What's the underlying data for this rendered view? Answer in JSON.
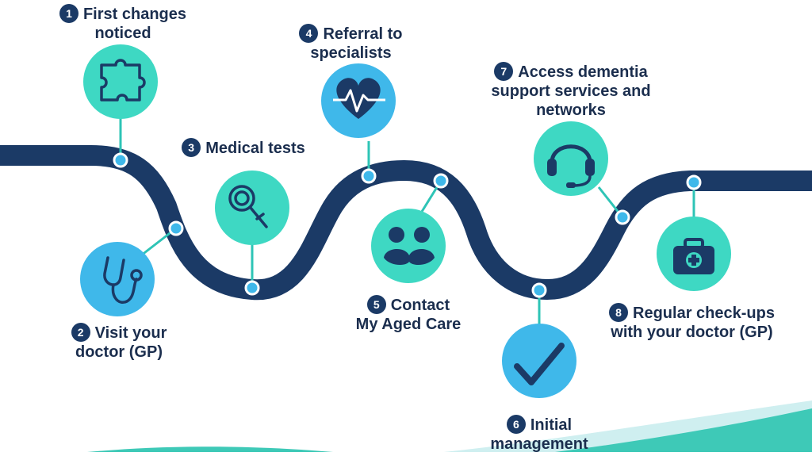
{
  "colors": {
    "road": "#1b3a66",
    "connector": "#2ec4b6",
    "node_fill": "#3ed8c3",
    "node_alt_fill": "#3fb8ea",
    "icon": "#1b3a66",
    "text": "#1b2e4e",
    "wave_teal": "#3ec9b7",
    "wave_light": "#cfeff0"
  },
  "steps": [
    {
      "number": "1",
      "line1": "First changes",
      "line2": "noticed",
      "icon": "puzzle-icon"
    },
    {
      "number": "2",
      "line1": "Visit your",
      "line2": "doctor (GP)",
      "icon": "stethoscope-icon"
    },
    {
      "number": "3",
      "line1": "Medical tests",
      "line2": "",
      "icon": "magnifier-icon"
    },
    {
      "number": "4",
      "line1": "Referral to",
      "line2": "specialists",
      "icon": "heartbeat-icon"
    },
    {
      "number": "5",
      "line1": "Contact",
      "line2": "My Aged Care",
      "icon": "people-icon"
    },
    {
      "number": "6",
      "line1": "Initial",
      "line2": "management",
      "icon": "checkmark-icon"
    },
    {
      "number": "7",
      "line1": "Access dementia",
      "line2": "support services and",
      "line3": "networks",
      "icon": "headset-icon"
    },
    {
      "number": "8",
      "line1": "Regular check-ups",
      "line2": "with your doctor (GP)",
      "icon": "medical-kit-icon"
    }
  ]
}
